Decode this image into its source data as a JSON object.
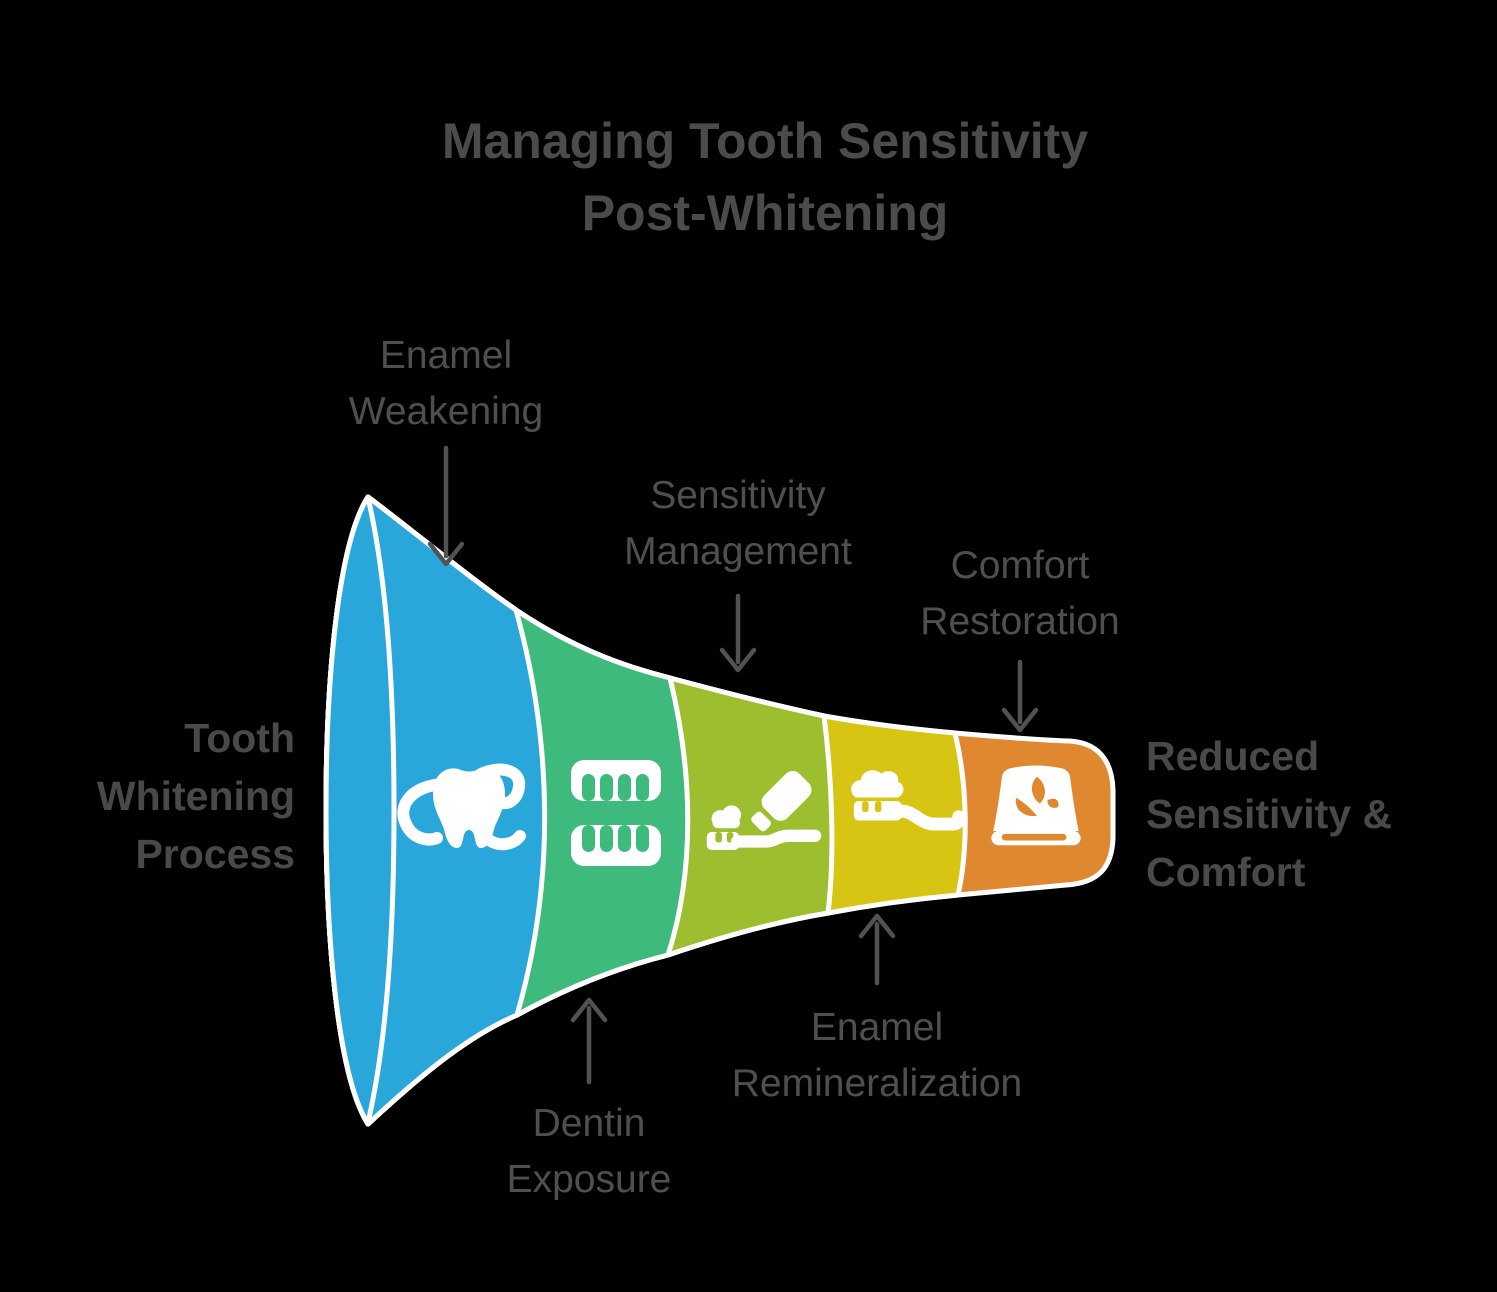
{
  "title": {
    "lines": [
      "Managing Tooth Sensitivity",
      "Post-Whitening"
    ]
  },
  "colors": {
    "background": "#000000",
    "heading_text": "#4a4b4d",
    "label_text": "#4e4f51",
    "arrow": "#515254",
    "funnel_outline": "#ffffff"
  },
  "funnel": {
    "source_label": {
      "lines": [
        "Tooth",
        "Whitening",
        "Process"
      ]
    },
    "result_label": {
      "lines": [
        "Reduced",
        "Sensitivity &",
        "Comfort"
      ]
    },
    "stages": [
      {
        "color": "#29a7db",
        "icon": "tooth-whitening-icon",
        "callout_position": "top",
        "callout": {
          "lines": [
            "Enamel",
            "Weakening"
          ]
        }
      },
      {
        "color": "#3eba7c",
        "icon": "dentures-icon",
        "callout_position": "bottom",
        "callout": {
          "lines": [
            "Dentin",
            "Exposure"
          ]
        }
      },
      {
        "color": "#9cbe2f",
        "icon": "toothpaste-application-icon",
        "callout_position": "top",
        "callout": {
          "lines": [
            "Sensitivity",
            "Management"
          ]
        }
      },
      {
        "color": "#d8c413",
        "icon": "toothbrush-paste-icon",
        "callout_position": "bottom",
        "callout": {
          "lines": [
            "Enamel",
            "Remineralization"
          ]
        }
      },
      {
        "color": "#e0882f",
        "icon": "soothing-balm-icon",
        "callout_position": "top",
        "callout": {
          "lines": [
            "Comfort",
            "Restoration"
          ]
        }
      }
    ]
  }
}
